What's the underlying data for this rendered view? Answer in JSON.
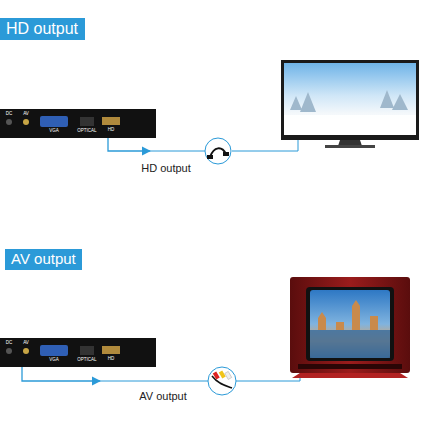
{
  "diagram": {
    "nodes": [
      {
        "text": [
          "HD output"
        ]
      },
      {
        "text": [
          "AV output"
        ]
      }
    ],
    "labels": [
      "DC",
      "AV",
      "VGA",
      "OPTICAL",
      "HD",
      "HD output",
      "DC",
      "AV",
      "VGA",
      "OPTICAL",
      "HD",
      "AV output"
    ]
  }
}
